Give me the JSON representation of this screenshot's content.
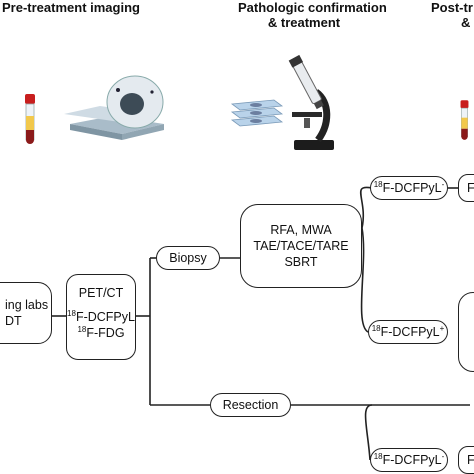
{
  "headers": {
    "pre_treatment": "Pre-treatment imaging",
    "pathologic_line1": "Pathologic confirmation",
    "pathologic_line2": "& treatment",
    "post_line1": "Post-tr",
    "post_line2": "&"
  },
  "boxes": {
    "labs_line1": "ing labs",
    "labs_line2": "DT",
    "pet_title": "PET/CT",
    "pet_line1_sup": "18",
    "pet_line1": "F-DCFPyL",
    "pet_line2_sup": "18",
    "pet_line2": "F-FDG",
    "treat_line1": "RFA, MWA",
    "treat_line2": "TAE/TACE/TARE",
    "treat_line3": "SBRT",
    "biopsy": "Biopsy",
    "resection": "Resection",
    "out1_sup": "18",
    "out1_text": "F-DCFPyL",
    "out1_charge": "-",
    "out2_sup": "18",
    "out2_text": "F-DCFPyL",
    "out2_charge": "+",
    "out3_sup": "18",
    "out3_text": "F-DCFPyL",
    "out3_charge": "-",
    "right1": "F",
    "right3": "F"
  },
  "icons": [
    "blood-tube-icon",
    "pet-ct-scanner-icon",
    "tissue-slides-icon",
    "microscope-icon",
    "blood-tube-icon"
  ]
}
